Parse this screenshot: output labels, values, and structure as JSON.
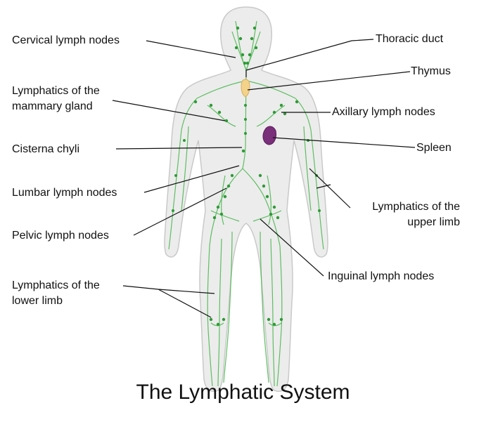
{
  "title": "The Lymphatic System",
  "labels": {
    "cervical": "Cervical lymph nodes",
    "mammary_1": "Lymphatics of the",
    "mammary_2": "mammary gland",
    "cisterna": "Cisterna chyli",
    "lumbar": "Lumbar lymph nodes",
    "pelvic": "Pelvic lymph nodes",
    "lower_1": "Lymphatics of the",
    "lower_2": "lower limb",
    "thoracic": "Thoracic duct",
    "thymus": "Thymus",
    "axillary": "Axillary lymph nodes",
    "spleen": "Spleen",
    "upper_1": "Lymphatics of the",
    "upper_2": "upper limb",
    "inguinal": "Inguinal lymph nodes"
  },
  "colors": {
    "body_fill": "#ececec",
    "body_outline": "#c9c9c9",
    "vessel": "#45b649",
    "node": "#2e9a36",
    "thymus": "#f3d28a",
    "spleen": "#7a2f7a",
    "leader": "#111111"
  }
}
